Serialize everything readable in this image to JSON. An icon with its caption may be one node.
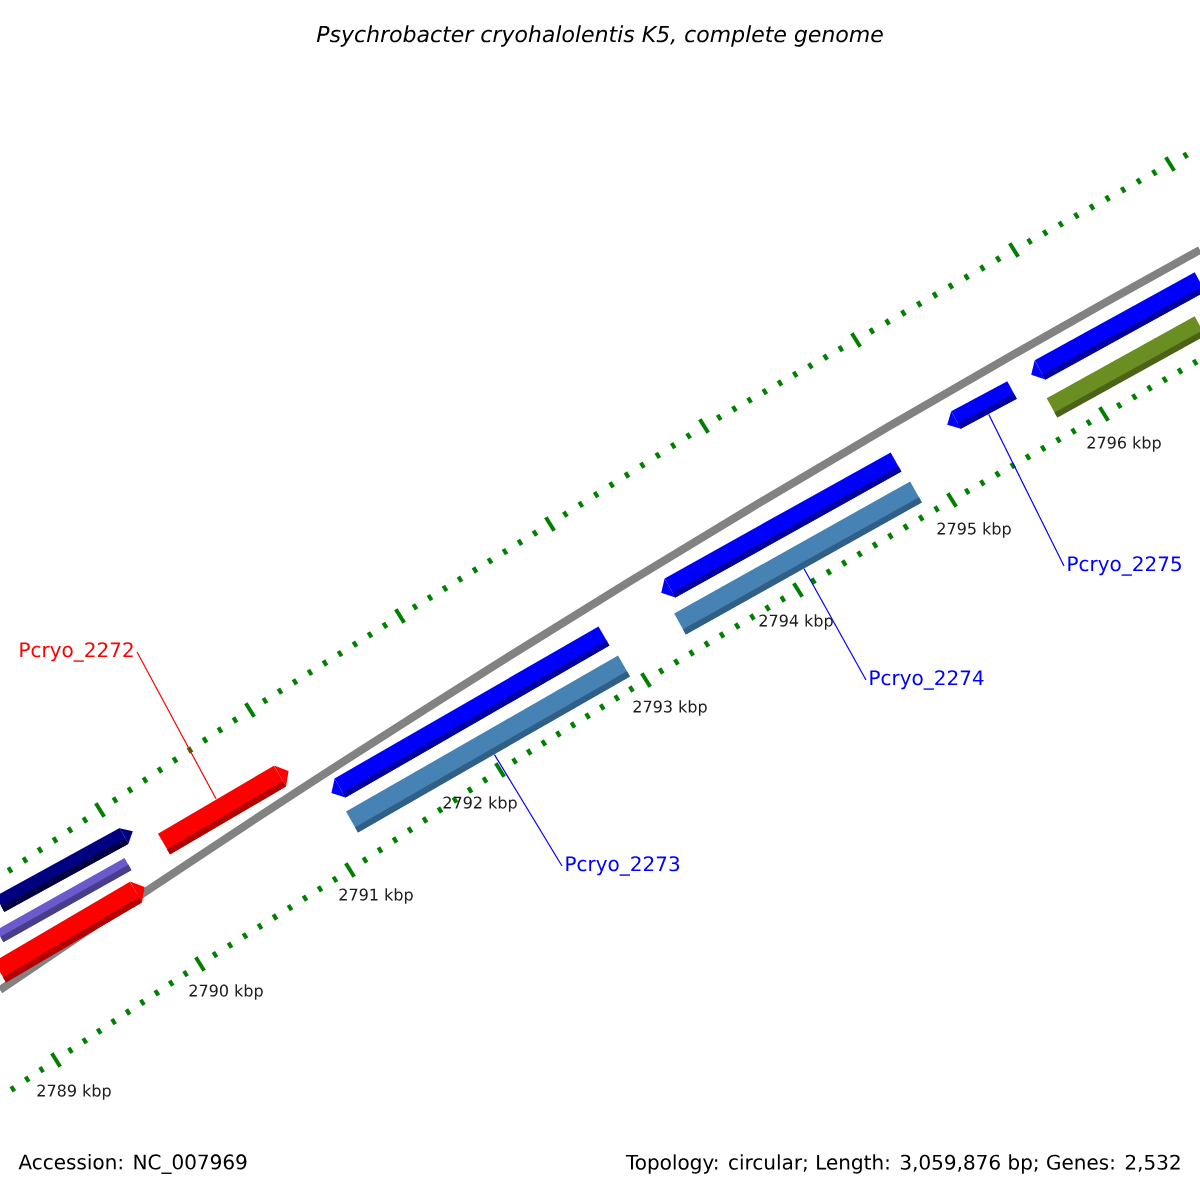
{
  "diagram": {
    "title": "Psychrobacter cryohalolentis K5, complete genome",
    "nodes": [
      {
        "text": [],
        "shape": "bar"
      },
      {
        "text": [],
        "shape": "bar"
      },
      {
        "text": [],
        "shape": "bar"
      },
      {
        "text": [],
        "shape": "bar"
      },
      {
        "text": [],
        "shape": "bar"
      },
      {
        "text": [],
        "shape": "bar"
      },
      {
        "text": [],
        "shape": "bar"
      },
      {
        "text": [],
        "shape": "bar"
      },
      {
        "text": [],
        "shape": "bar"
      },
      {
        "text": [],
        "shape": "bar"
      },
      {
        "text": [],
        "shape": "bar"
      },
      {
        "text": [
          "Pcryo_2272"
        ]
      },
      {
        "text": [
          "Pcryo_2273"
        ]
      },
      {
        "text": [
          "Pcryo_2274"
        ]
      },
      {
        "text": [
          "Pcryo_2275"
        ]
      }
    ],
    "edges": [
      {
        "from": 11,
        "to": 3,
        "arrow": "none",
        "color": "#ff0000"
      },
      {
        "from": 12,
        "to": 5,
        "arrow": "none"
      },
      {
        "from": 13,
        "to": 7,
        "arrow": "none"
      },
      {
        "from": 14,
        "to": 8,
        "arrow": "none"
      }
    ],
    "labels": [
      "2789 kbp",
      "2790 kbp",
      "2791 kbp",
      "2792 kbp",
      "2793 kbp",
      "2794 kbp",
      "2795 kbp",
      "2796 kbp",
      "Accession: NC_007969",
      "Topology: circular; Length: 3,059,876 bp; Genes: 2,532"
    ]
  }
}
